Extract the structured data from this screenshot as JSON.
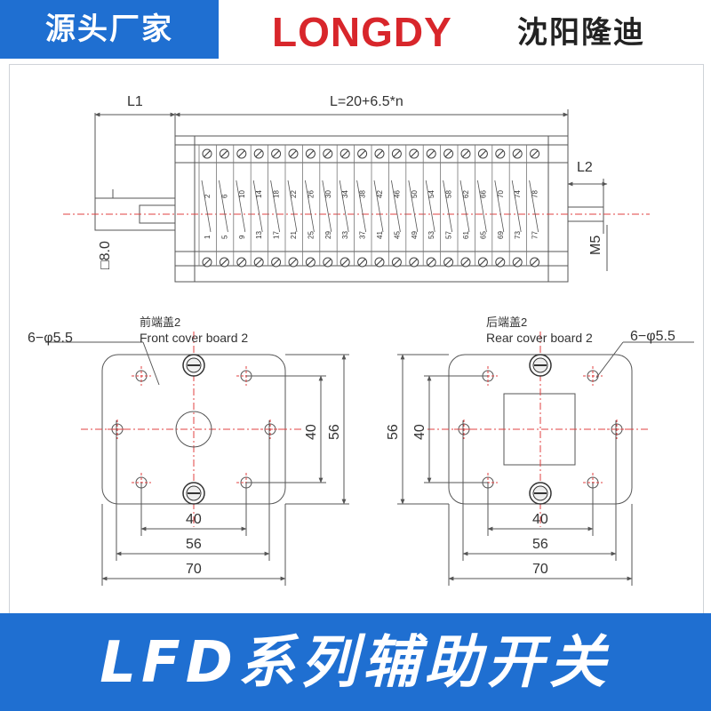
{
  "header": {
    "badge": "源头厂家",
    "brand": "LONGDY",
    "brand_cn": "沈阳隆迪"
  },
  "dimensions": {
    "l1": "L1",
    "length": "L=20+6.5*n",
    "l2": "L2",
    "shaft_square": "□8.0",
    "thread": "M5"
  },
  "terminals": {
    "top_row": [
      "2",
      "6",
      "10",
      "14",
      "18",
      "22",
      "26",
      "30",
      "34",
      "38",
      "42",
      "46",
      "50",
      "54",
      "58",
      "62",
      "66",
      "70",
      "74",
      "78"
    ],
    "bottom_row": [
      "1",
      "5",
      "9",
      "13",
      "17",
      "21",
      "25",
      "29",
      "33",
      "37",
      "41",
      "45",
      "49",
      "53",
      "57",
      "61",
      "65",
      "69",
      "73",
      "77"
    ]
  },
  "front_cover": {
    "label_cn": "前端盖2",
    "label_en": "Front cover board 2",
    "holes": "6−φ5.5",
    "dim_inner": "40",
    "dim_mid": "56",
    "dim_outer": "70",
    "dim_v_inner": "40",
    "dim_v_outer": "56"
  },
  "rear_cover": {
    "label_cn": "后端盖2",
    "label_en": "Rear cover board 2",
    "holes": "6−φ5.5",
    "dim_inner": "40",
    "dim_mid": "56",
    "dim_outer": "70",
    "dim_v_inner": "40",
    "dim_v_outer": "56"
  },
  "footer": {
    "title": "LFD系列辅助开关"
  }
}
